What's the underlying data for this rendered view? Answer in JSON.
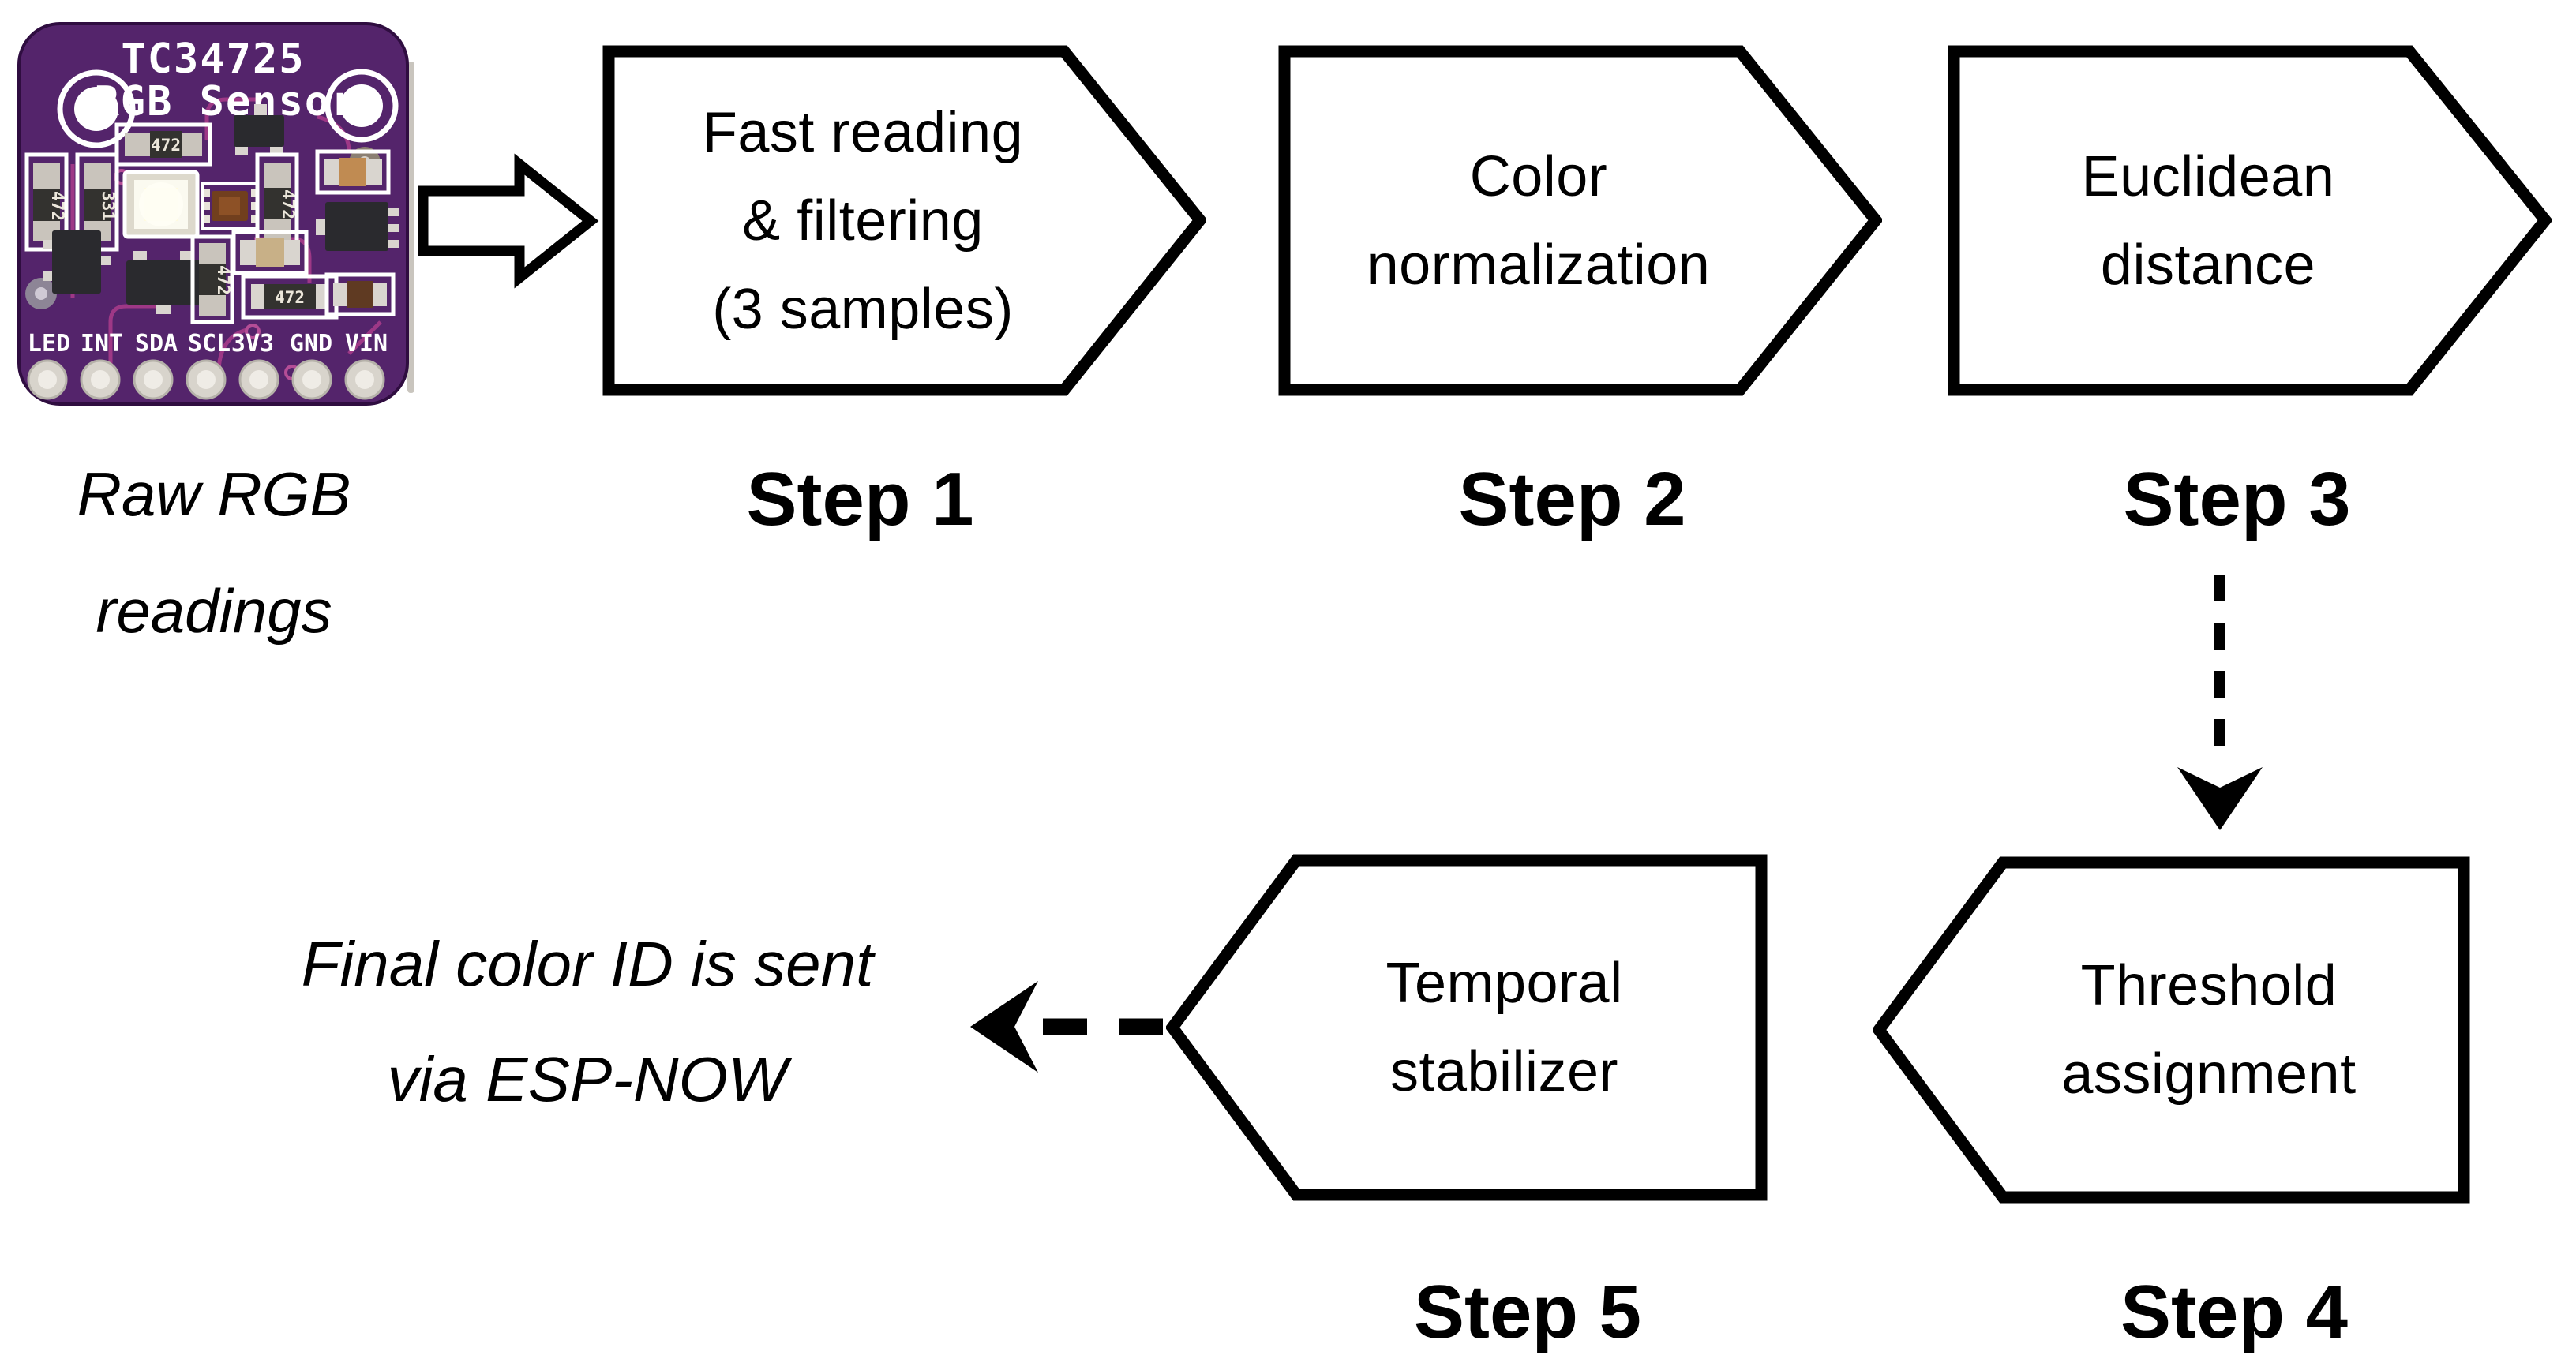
{
  "colors": {
    "bg": "#ffffff",
    "ink": "#000000",
    "pcb": "#54246b",
    "pcb-edge": "#2f0d40",
    "trace": "#a23a88",
    "silk": "#ffffff",
    "led": "#fffbdf",
    "component-dark": "#2a2a2e",
    "component-tan": "#c08b52",
    "pad-silver": "#d8d4cc"
  },
  "labels": {
    "raw": {
      "line1": "Raw RGB",
      "line2": "readings"
    },
    "final": {
      "line1": "Final color ID is sent",
      "line2": "via ESP-NOW"
    }
  },
  "steps": [
    {
      "label": "Step 1",
      "lines": [
        "Fast reading",
        "& filtering",
        "(3 samples)"
      ]
    },
    {
      "label": "Step 2",
      "lines": [
        "Color",
        "normalization"
      ]
    },
    {
      "label": "Step 3",
      "lines": [
        "Euclidean",
        "distance"
      ]
    },
    {
      "label": "Step 4",
      "lines": [
        "Threshold",
        "assignment"
      ]
    },
    {
      "label": "Step 5",
      "lines": [
        "Temporal",
        "stabilizer"
      ]
    }
  ],
  "sensor": {
    "title_line1": "TC34725",
    "title_line2": "RGB Sensor",
    "pins": [
      "LED",
      "INT",
      "SDA",
      "SCL",
      "3V3",
      "GND",
      "VIN"
    ],
    "component_labels": {
      "r_top": "472",
      "r_left1": "472",
      "r_left2": "331",
      "r_right": "472",
      "r_mid": "472",
      "r_bottom": "472"
    }
  }
}
